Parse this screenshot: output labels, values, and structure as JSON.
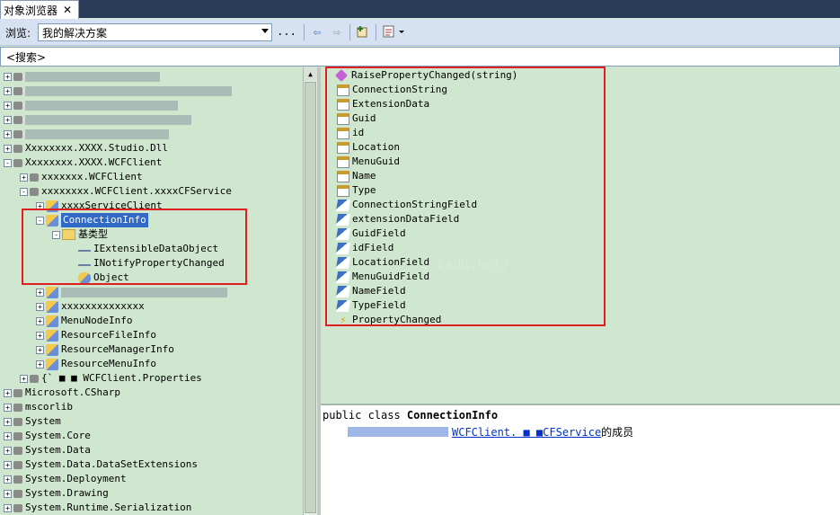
{
  "tab": {
    "title": "对象浏览器",
    "close": "✕"
  },
  "toolbar": {
    "browse_label": "浏览:",
    "browse_value": "我的解决方案",
    "browse_more": "...",
    "back": "⇦",
    "forward": "⇨"
  },
  "search": {
    "placeholder": "<搜索>"
  },
  "tree": [
    {
      "indent": 0,
      "pm": "+",
      "icon": "ns",
      "text": "",
      "blur": true
    },
    {
      "indent": 0,
      "pm": "+",
      "icon": "ns",
      "text": "",
      "blur": true
    },
    {
      "indent": 0,
      "pm": "+",
      "icon": "ns",
      "text": "",
      "blur": true
    },
    {
      "indent": 0,
      "pm": "+",
      "icon": "ns",
      "text": "",
      "blur": true
    },
    {
      "indent": 0,
      "pm": "+",
      "icon": "ns",
      "text": "",
      "blur": true
    },
    {
      "indent": 0,
      "pm": "+",
      "icon": "ns",
      "text": "Xxxxxxxx.XXXX.Studio.Dll"
    },
    {
      "indent": 0,
      "pm": "-",
      "icon": "ns",
      "text": "Xxxxxxxx.XXXX.WCFClient"
    },
    {
      "indent": 1,
      "pm": "+",
      "icon": "ns",
      "text": "xxxxxxx.WCFClient"
    },
    {
      "indent": 1,
      "pm": "-",
      "icon": "ns",
      "text": "xxxxxxxx.WCFClient.xxxxCFService"
    },
    {
      "indent": 2,
      "pm": "+",
      "icon": "cls",
      "text": "xxxxServiceClient"
    },
    {
      "indent": 2,
      "pm": "-",
      "icon": "cls",
      "text": "ConnectionInfo",
      "selected": true
    },
    {
      "indent": 3,
      "pm": "-",
      "icon": "folder",
      "text": "基类型"
    },
    {
      "indent": 4,
      "pm": "",
      "icon": "iface",
      "text": "IExtensibleDataObject"
    },
    {
      "indent": 4,
      "pm": "",
      "icon": "iface",
      "text": "INotifyPropertyChanged"
    },
    {
      "indent": 4,
      "pm": "",
      "icon": "obj",
      "text": "Object"
    },
    {
      "indent": 2,
      "pm": "+",
      "icon": "cls",
      "text": "",
      "blur": true
    },
    {
      "indent": 2,
      "pm": "+",
      "icon": "cls",
      "text": "xxxxxxxxxxxxxx"
    },
    {
      "indent": 2,
      "pm": "+",
      "icon": "cls",
      "text": "MenuNodeInfo"
    },
    {
      "indent": 2,
      "pm": "+",
      "icon": "cls",
      "text": "ResourceFileInfo"
    },
    {
      "indent": 2,
      "pm": "+",
      "icon": "cls",
      "text": "ResourceManagerInfo"
    },
    {
      "indent": 2,
      "pm": "+",
      "icon": "cls",
      "text": "ResourceMenuInfo"
    },
    {
      "indent": 1,
      "pm": "+",
      "icon": "ns",
      "text": "{`  ■  ■   WCFClient.Properties"
    },
    {
      "indent": 0,
      "pm": "+",
      "icon": "ns",
      "text": "Microsoft.CSharp"
    },
    {
      "indent": 0,
      "pm": "+",
      "icon": "ns",
      "text": "mscorlib"
    },
    {
      "indent": 0,
      "pm": "+",
      "icon": "ns",
      "text": "System"
    },
    {
      "indent": 0,
      "pm": "+",
      "icon": "ns",
      "text": "System.Core"
    },
    {
      "indent": 0,
      "pm": "+",
      "icon": "ns",
      "text": "System.Data"
    },
    {
      "indent": 0,
      "pm": "+",
      "icon": "ns",
      "text": "System.Data.DataSetExtensions"
    },
    {
      "indent": 0,
      "pm": "+",
      "icon": "ns",
      "text": "System.Deployment"
    },
    {
      "indent": 0,
      "pm": "+",
      "icon": "ns",
      "text": "System.Drawing"
    },
    {
      "indent": 0,
      "pm": "+",
      "icon": "ns",
      "text": "System.Runtime.Serialization"
    }
  ],
  "members": [
    {
      "icon": "method",
      "text": "RaisePropertyChanged(string)"
    },
    {
      "icon": "prop",
      "text": "ConnectionString"
    },
    {
      "icon": "prop",
      "text": "ExtensionData"
    },
    {
      "icon": "prop",
      "text": "Guid"
    },
    {
      "icon": "prop",
      "text": "id"
    },
    {
      "icon": "prop",
      "text": "Location"
    },
    {
      "icon": "prop",
      "text": "MenuGuid"
    },
    {
      "icon": "prop",
      "text": "Name"
    },
    {
      "icon": "prop",
      "text": "Type"
    },
    {
      "icon": "field",
      "text": "ConnectionStringField"
    },
    {
      "icon": "field",
      "text": "extensionDataField"
    },
    {
      "icon": "field",
      "text": "GuidField"
    },
    {
      "icon": "field",
      "text": "idField"
    },
    {
      "icon": "field",
      "text": "LocationField"
    },
    {
      "icon": "field",
      "text": "MenuGuidField"
    },
    {
      "icon": "field",
      "text": "NameField"
    },
    {
      "icon": "field",
      "text": "TypeField"
    },
    {
      "icon": "event",
      "text": "PropertyChanged"
    }
  ],
  "watermark": "g.csdn.net/",
  "description": {
    "prefix": "public class ",
    "class_name": "ConnectionInfo",
    "namespace_link": "WCFClient. ■  ■CFService",
    "member_of": " 的成员"
  },
  "colors": {
    "highlight_box": "#e02020",
    "selection": "#3169c6",
    "panel_bg": "#cfe6cf"
  }
}
